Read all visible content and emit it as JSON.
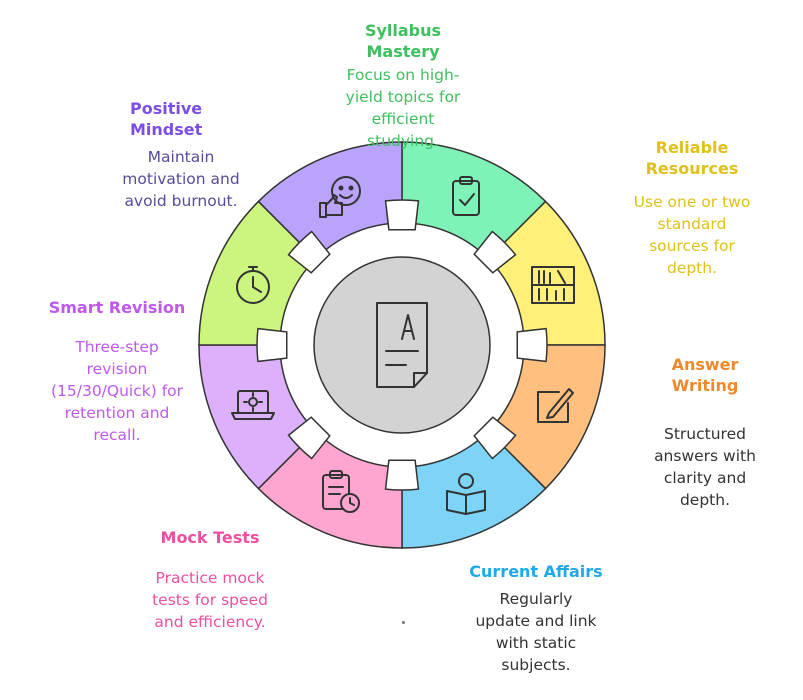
{
  "segments": [
    {
      "title": "Syllabus\nMastery",
      "desc": "Focus on high-\nyield topics for\nefficient\nstudying.",
      "color": "#7ff2b8",
      "title_color": "#3fbf5e",
      "desc_color": "#3fbf5e",
      "icon": "clipboard-check-icon"
    },
    {
      "title": "Reliable\nResources",
      "desc": "Use one or two\nstandard\nsources for\ndepth.",
      "color": "#fff07a",
      "title_color": "#e0c01a",
      "desc_color": "#e0c01a",
      "icon": "bookshelf-icon"
    },
    {
      "title": "Answer\nWriting",
      "desc": "Structured\nanswers with\nclarity and\ndepth.",
      "color": "#ffbf7e",
      "title_color": "#f0892a",
      "desc_color": "#333333",
      "icon": "pen-writing-icon"
    },
    {
      "title": "Current Affairs",
      "desc": "Regularly\nupdate and link\nwith static\nsubjects.",
      "color": "#7ed4f7",
      "title_color": "#1fa9e6",
      "desc_color": "#333333",
      "icon": "reading-person-icon"
    },
    {
      "title": "Mock Tests",
      "desc": "Practice mock\ntests for speed\nand efficiency.",
      "color": "#ffa6d0",
      "title_color": "#ee4fa0",
      "desc_color": "#ee4fa0",
      "icon": "clipboard-clock-icon"
    },
    {
      "title": "Smart Revision",
      "desc": "Three-step\nrevision\n(15/30/Quick) for\nretention and\nrecall.",
      "color": "#ddb0fb",
      "title_color": "#c058f0",
      "desc_color": "#c058f0",
      "icon": "laptop-gear-icon"
    },
    {
      "title": "",
      "desc": "",
      "color": "#ccf57f",
      "title_color": "#7fbf2a",
      "desc_color": "#7fbf2a",
      "icon": "stopwatch-icon"
    },
    {
      "title": "Positive\nMindset",
      "desc": "Maintain\nmotivation and\navoid burnout.",
      "color": "#b9a3fb",
      "title_color": "#7b4fe6",
      "desc_color": "#5a4a9a",
      "icon": "thumbs-up-smile-icon"
    }
  ],
  "center_icon": "document-a-icon"
}
